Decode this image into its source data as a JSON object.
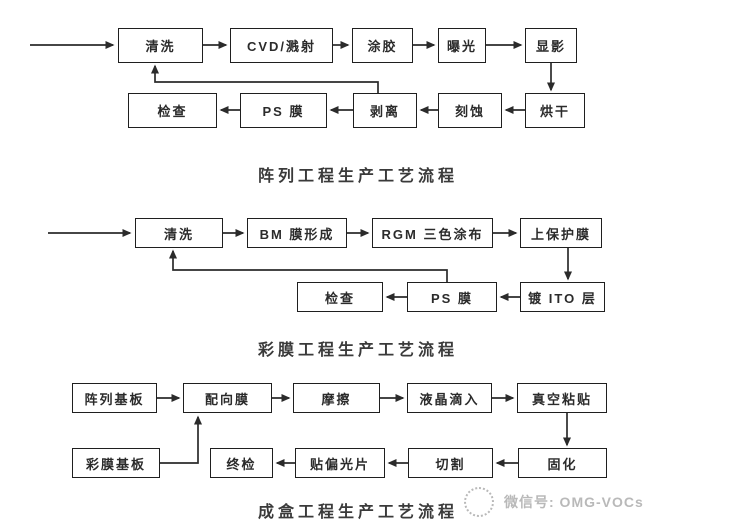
{
  "flowcharts": [
    {
      "title": "阵列工程生产工艺流程",
      "row1": [
        "清洗",
        "CVD/溅射",
        "涂胶",
        "曝光",
        "显影"
      ],
      "row2": [
        "检查",
        "PS 膜",
        "剥离",
        "刻蚀",
        "烘干"
      ]
    },
    {
      "title": "彩膜工程生产工艺流程",
      "row1": [
        "清洗",
        "BM 膜形成",
        "RGM 三色涂布",
        "上保护膜"
      ],
      "row2": [
        "检查",
        "PS 膜",
        "镀 ITO 层"
      ]
    },
    {
      "title": "成盒工程生产工艺流程",
      "row1": [
        "阵列基板",
        "配向膜",
        "摩擦",
        "液晶滴入",
        "真空粘贴"
      ],
      "row2": [
        "彩膜基板",
        "终检",
        "贴偏光片",
        "切割",
        "固化"
      ]
    }
  ],
  "watermark": {
    "label": "微信号: OMG-VOCs"
  },
  "colors": {
    "line": "#2b2b2b",
    "box_border": "#1f1f1f",
    "text": "#2b2b2b",
    "watermark": "#b9b9b9",
    "background": "#ffffff"
  }
}
